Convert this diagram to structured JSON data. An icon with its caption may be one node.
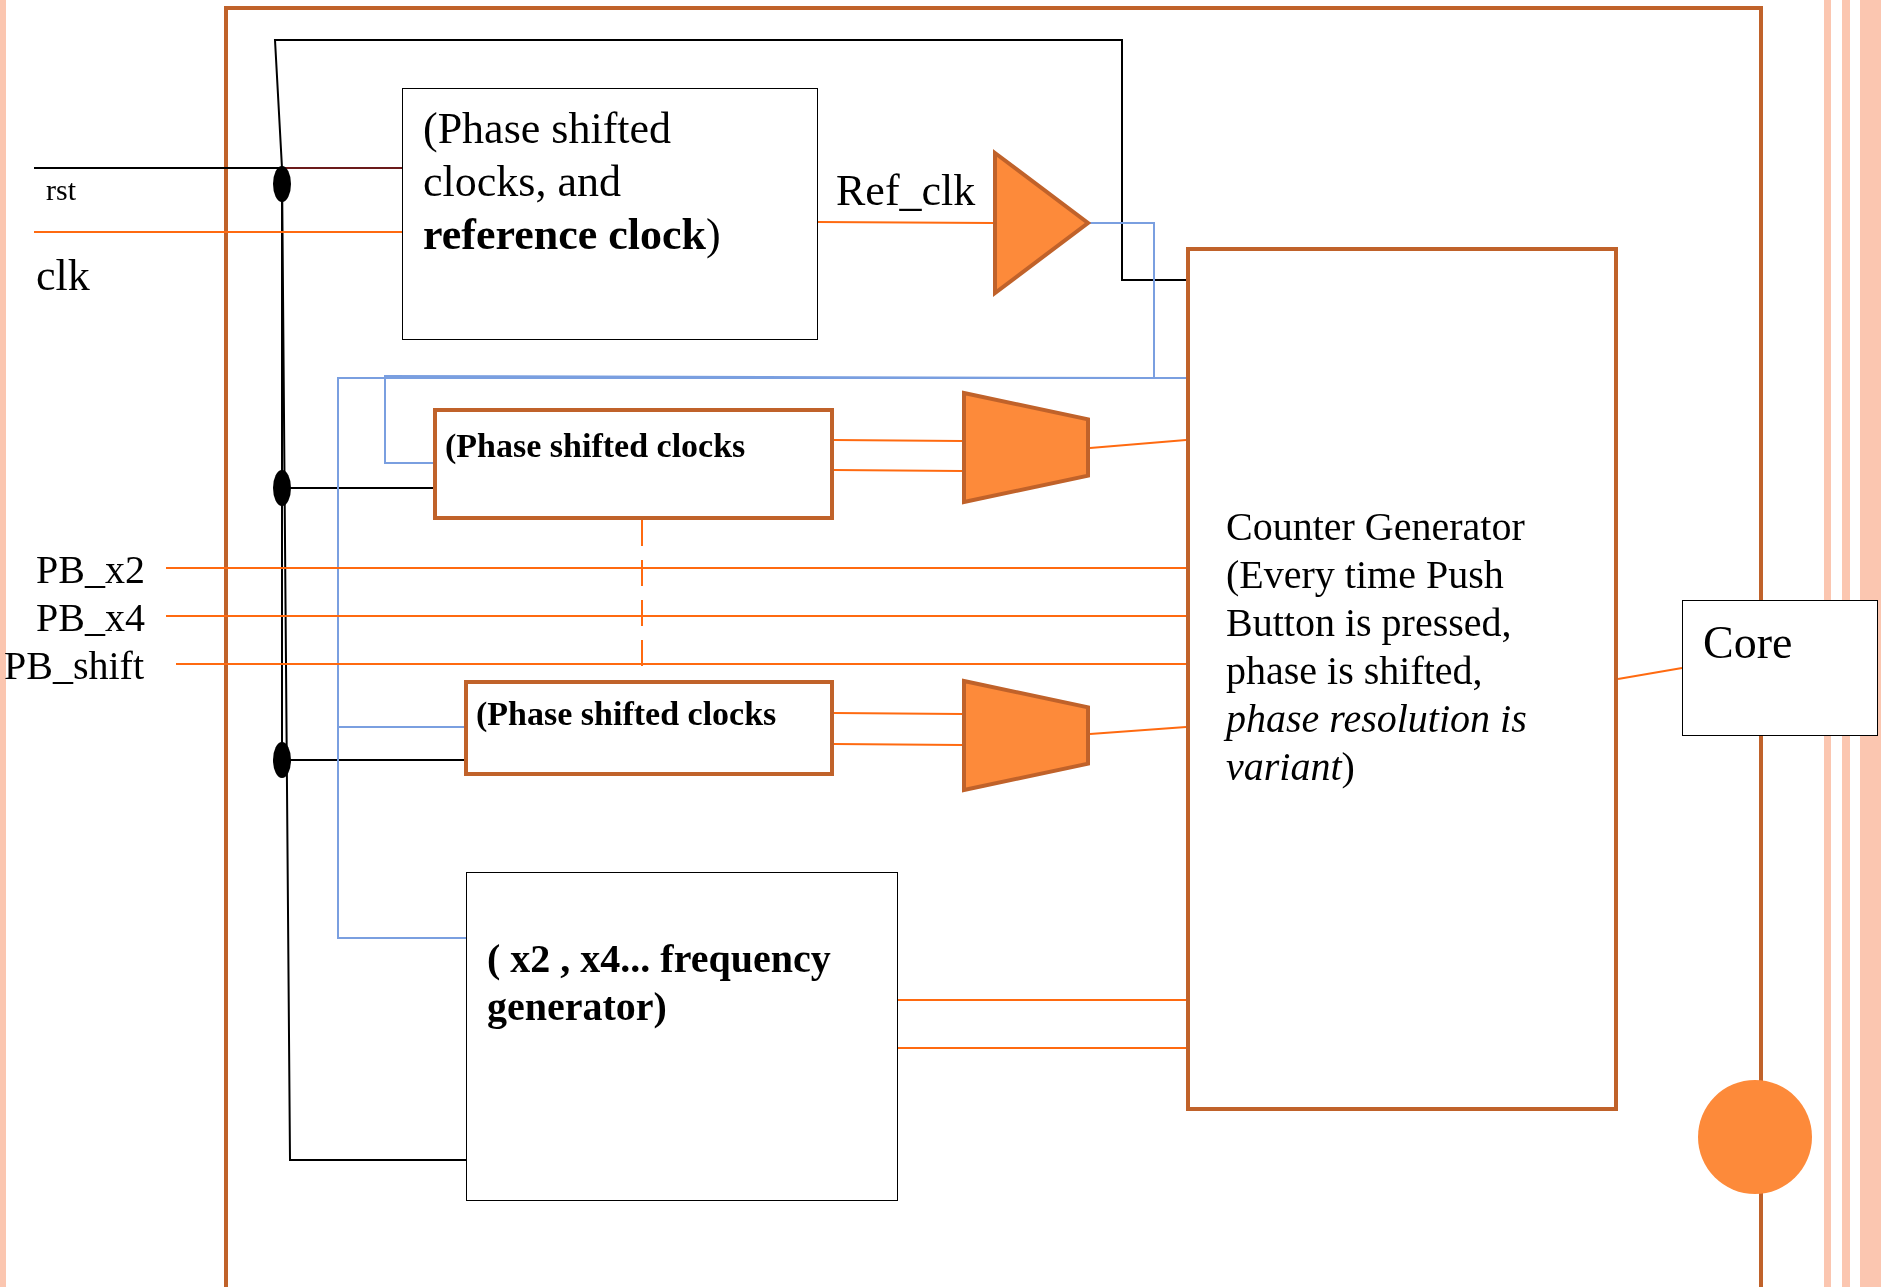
{
  "diagram": {
    "nodes": [
      {
        "text": [
          "rst"
        ]
      },
      {
        "text": [
          "clk"
        ]
      },
      {
        "text": [
          "(Phase shifted clocks, and **reference clock**)"
        ]
      },
      {
        "text": [],
        "shape": "triangle"
      },
      {
        "text": [
          "(Phase shifted clocks"
        ]
      },
      {
        "text": [],
        "shape": "trapezoid"
      },
      {
        "text": [
          "PB_x2"
        ]
      },
      {
        "text": [
          "PB_x4"
        ]
      },
      {
        "text": [
          "PB_shift"
        ]
      },
      {
        "text": [
          "(Phase shifted clocks"
        ]
      },
      {
        "text": [],
        "shape": "trapezoid"
      },
      {
        "text": [
          "( x2 , x4... frequency generator)"
        ]
      },
      {
        "text": [
          "Counter Generator (Every time Push Button is pressed, phase is shifted, *phase resolution is variant*)"
        ]
      },
      {
        "text": [
          "Core"
        ]
      },
      {
        "text": [],
        "shape": "circle"
      }
    ],
    "edges": [
      {
        "from": 0,
        "to": 2,
        "arrow": "none",
        "color": "#6b1a1a"
      },
      {
        "from": 0,
        "to": 4,
        "arrow": "none",
        "color": "#000000"
      },
      {
        "from": 0,
        "to": 9,
        "arrow": "none",
        "color": "#000000"
      },
      {
        "from": 0,
        "to": 11,
        "arrow": "none",
        "color": "#000000"
      },
      {
        "from": 0,
        "to": 12,
        "arrow": "none",
        "color": "#000000"
      },
      {
        "from": 1,
        "to": 2,
        "arrow": "none"
      },
      {
        "from": 2,
        "to": 3,
        "arrow": "none",
        "label": "Ref_clk"
      },
      {
        "from": 3,
        "to": 12,
        "arrow": "none",
        "color": "#7a9fe0"
      },
      {
        "from": 3,
        "to": 4,
        "arrow": "none",
        "color": "#7a9fe0"
      },
      {
        "from": 3,
        "to": 9,
        "arrow": "none",
        "color": "#7a9fe0"
      },
      {
        "from": 3,
        "to": 11,
        "arrow": "none",
        "color": "#7a9fe0"
      },
      {
        "from": 4,
        "to": 5,
        "arrow": "none"
      },
      {
        "from": 4,
        "to": 5,
        "arrow": "none"
      },
      {
        "from": 5,
        "to": 12,
        "arrow": "none"
      },
      {
        "from": 6,
        "to": 12,
        "arrow": "none"
      },
      {
        "from": 7,
        "to": 12,
        "arrow": "none"
      },
      {
        "from": 8,
        "to": 12,
        "arrow": "none"
      },
      {
        "from": 4,
        "to": 9,
        "arrow": "none",
        "style": "dashed"
      },
      {
        "from": 9,
        "to": 10,
        "arrow": "none"
      },
      {
        "from": 9,
        "to": 10,
        "arrow": "none"
      },
      {
        "from": 10,
        "to": 12,
        "arrow": "none"
      },
      {
        "from": 11,
        "to": 12,
        "arrow": "none"
      },
      {
        "from": 11,
        "to": 12,
        "arrow": "none"
      },
      {
        "from": 12,
        "to": 13,
        "arrow": "none"
      }
    ]
  }
}
